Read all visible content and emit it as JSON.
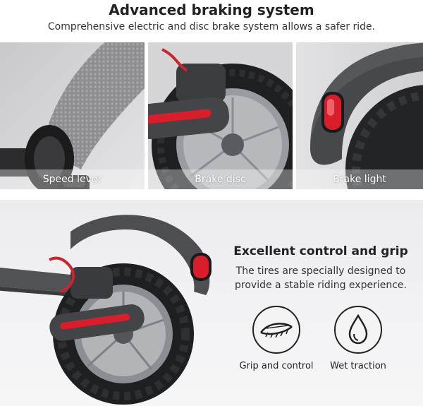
{
  "header": {
    "title": "Advanced braking system",
    "subtitle": "Comprehensive electric and disc brake system allows a safer ride."
  },
  "panels": [
    {
      "caption": "Speed lever"
    },
    {
      "caption": "Brake disc"
    },
    {
      "caption": "Brake light"
    }
  ],
  "control": {
    "title": "Excellent control and grip",
    "line1": "The tires are specially designed to",
    "line2": "provide a stable riding experience."
  },
  "features": [
    {
      "label": "Grip and control",
      "icon": "tire-grip-icon"
    },
    {
      "label": "Wet traction",
      "icon": "water-drop-icon"
    }
  ],
  "colors": {
    "reflector_red": "#d81e2a",
    "scooter_gray": "#4a4c50",
    "tire_black": "#1e1f21"
  }
}
